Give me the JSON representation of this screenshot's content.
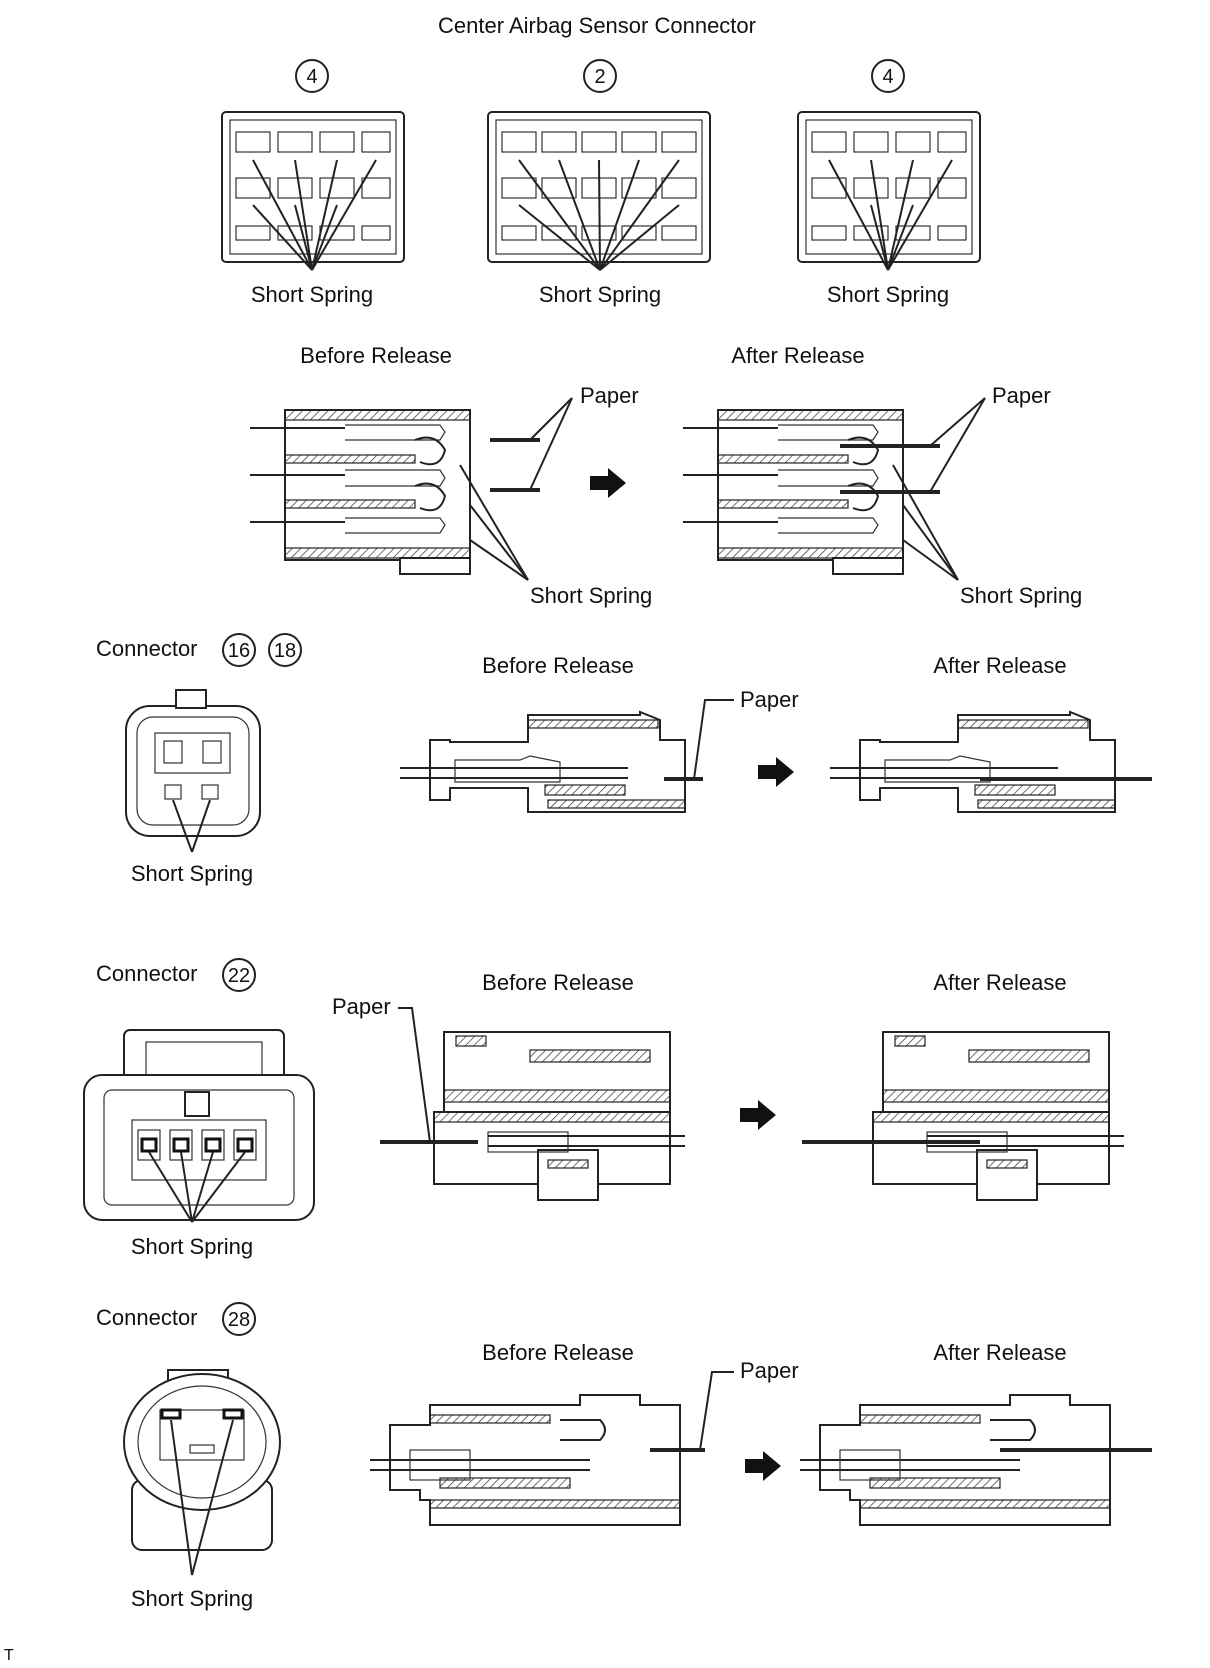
{
  "header": {
    "title": "Center Airbag Sensor Connector"
  },
  "center_connectors": [
    {
      "number": "4",
      "callout": "Short Spring"
    },
    {
      "number": "2",
      "callout": "Short Spring"
    },
    {
      "number": "4",
      "callout": "Short Spring"
    }
  ],
  "center_release": {
    "before_label": "Before Release",
    "after_label": "After Release",
    "paper_label": "Paper",
    "spring_label": "Short Spring"
  },
  "connector_16_18": {
    "label": "Connector",
    "numbers": [
      "16",
      "18"
    ],
    "spring_label": "Short Spring",
    "before_label": "Before Release",
    "after_label": "After Release",
    "paper_label": "Paper"
  },
  "connector_22": {
    "label": "Connector",
    "numbers": [
      "22"
    ],
    "spring_label": "Short Spring",
    "before_label": "Before Release",
    "after_label": "After Release",
    "paper_label": "Paper"
  },
  "connector_28": {
    "label": "Connector",
    "numbers": [
      "28"
    ],
    "spring_label": "Short Spring",
    "before_label": "Before Release",
    "after_label": "After Release",
    "paper_label": "Paper"
  },
  "footer": {
    "code": "T"
  }
}
